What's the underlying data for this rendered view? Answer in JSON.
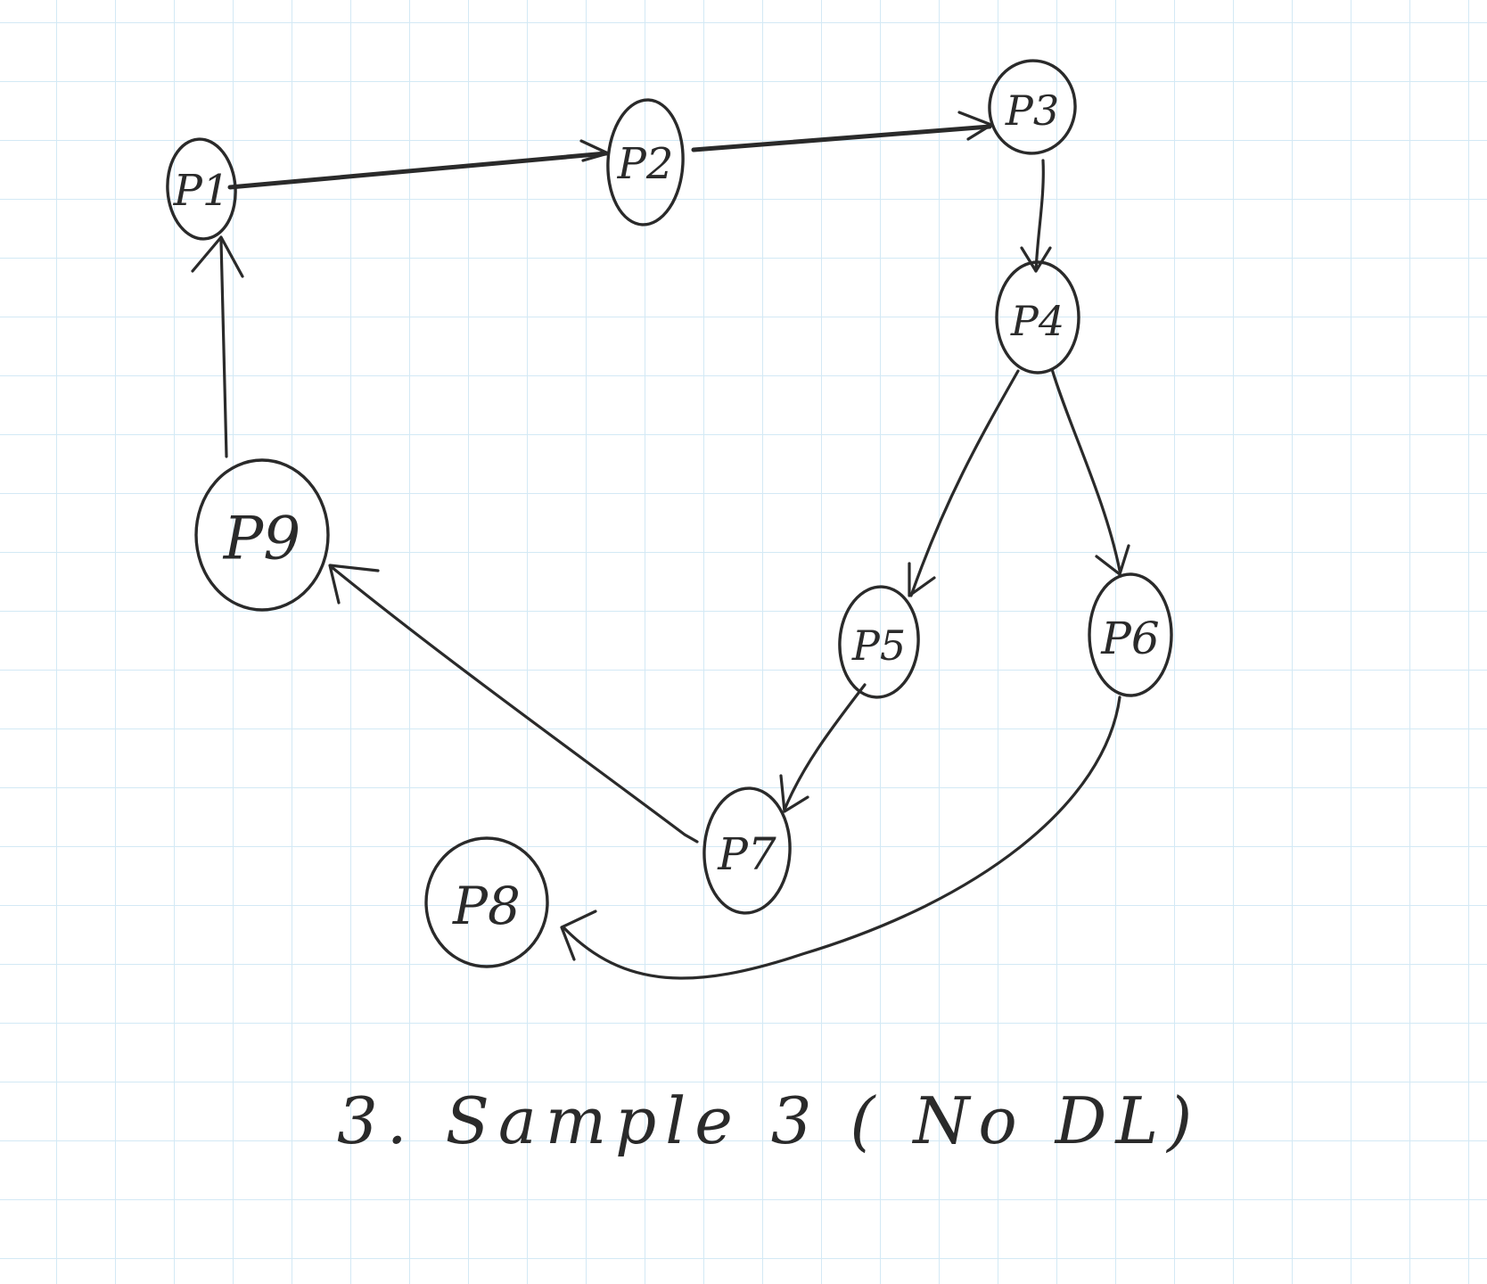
{
  "diagram": {
    "caption": "3. Sample 3 ( No DL)",
    "nodes": [
      {
        "id": "P1",
        "label": "P1"
      },
      {
        "id": "P2",
        "label": "P2"
      },
      {
        "id": "P3",
        "label": "P3"
      },
      {
        "id": "P4",
        "label": "P4"
      },
      {
        "id": "P5",
        "label": "P5"
      },
      {
        "id": "P6",
        "label": "P6"
      },
      {
        "id": "P7",
        "label": "P7"
      },
      {
        "id": "P8",
        "label": "P8"
      },
      {
        "id": "P9",
        "label": "P9"
      }
    ],
    "edges": [
      {
        "from": "P1",
        "to": "P2"
      },
      {
        "from": "P2",
        "to": "P3"
      },
      {
        "from": "P3",
        "to": "P4"
      },
      {
        "from": "P4",
        "to": "P5"
      },
      {
        "from": "P4",
        "to": "P6"
      },
      {
        "from": "P5",
        "to": "P7"
      },
      {
        "from": "P6",
        "to": "P8"
      },
      {
        "from": "P7",
        "to": "P9"
      },
      {
        "from": "P9",
        "to": "P1"
      }
    ]
  }
}
